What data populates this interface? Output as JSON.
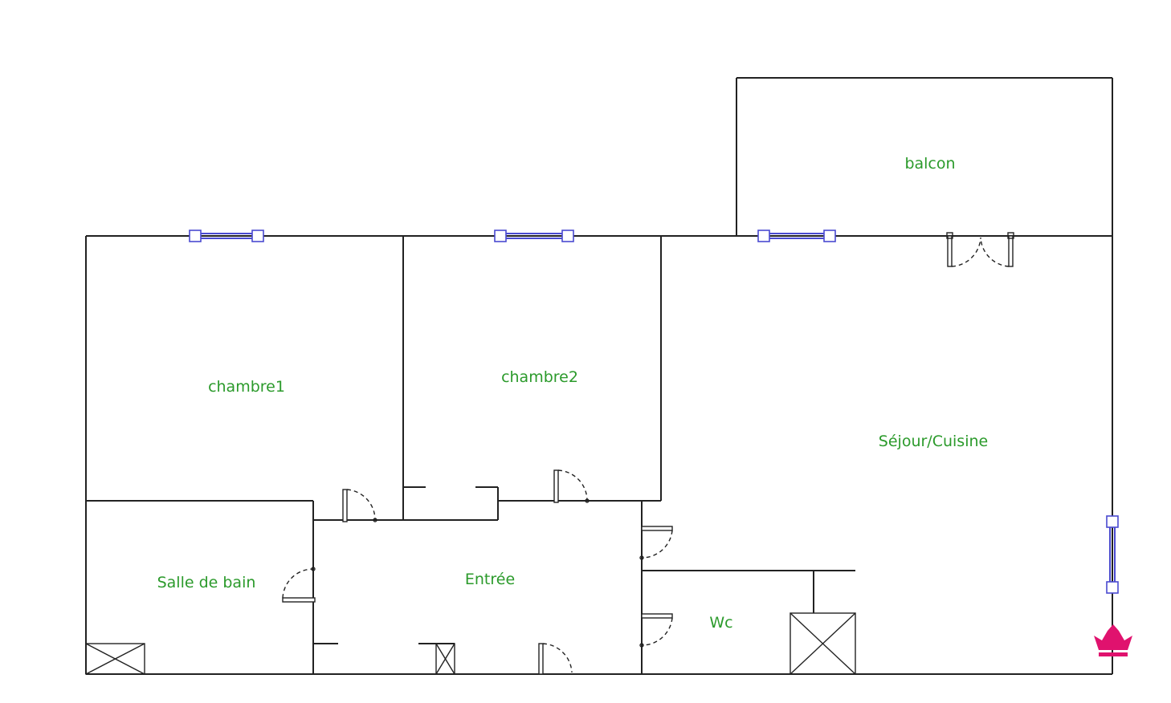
{
  "rooms": {
    "balcon": "balcon",
    "chambre1": "chambre1",
    "chambre2": "chambre2",
    "sejour": "Séjour/Cuisine",
    "salle_de_bain": "Salle de bain",
    "entree": "Entrée",
    "wc": "Wc"
  },
  "colors": {
    "walls": "#222222",
    "windows": "#4a4ad0",
    "labels": "#2b9a2b",
    "logo": "#e0126e"
  },
  "icons": {
    "logo": "crown-icon"
  }
}
